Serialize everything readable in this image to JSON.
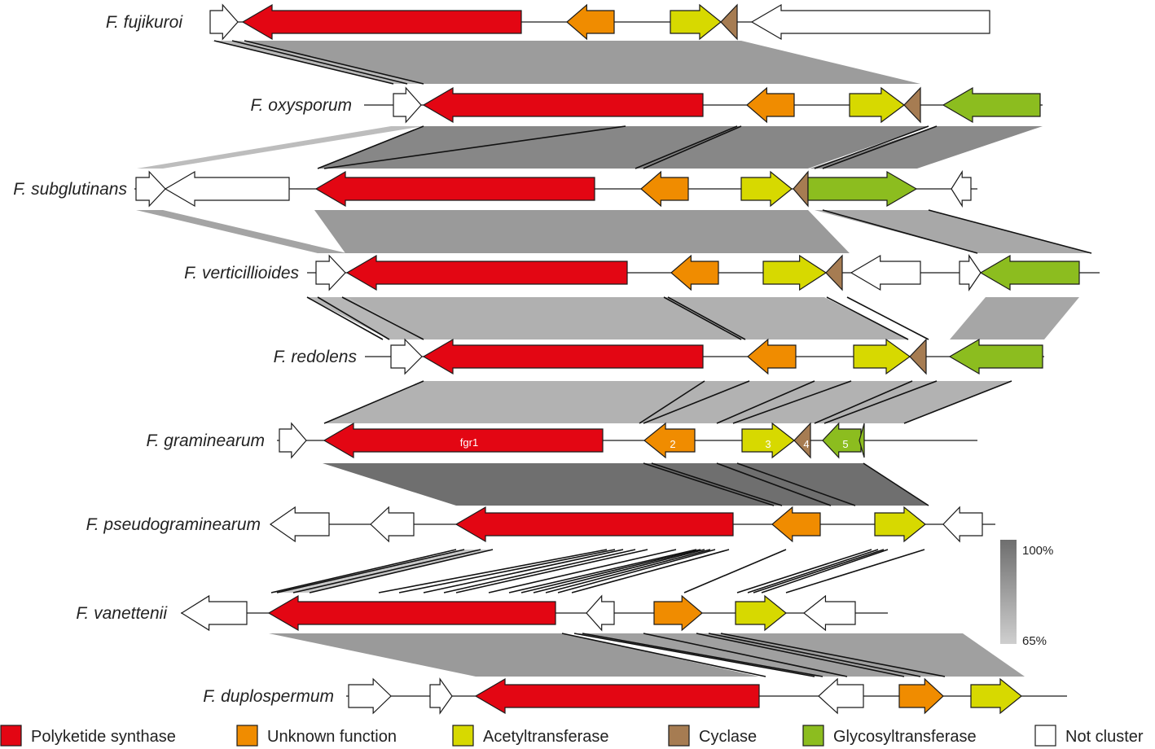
{
  "colors": {
    "polyketide_synthase": "#e30613",
    "unknown_function": "#f08c00",
    "acetyltransferase": "#d7d900",
    "cyclase": "#a67c52",
    "glycosyltransferase": "#8cbd1f",
    "not_cluster": "#ffffff"
  },
  "legend": [
    {
      "key": "polyketide_synthase",
      "label": "Polyketide synthase"
    },
    {
      "key": "unknown_function",
      "label": "Unknown function"
    },
    {
      "key": "acetyltransferase",
      "label": "Acetyltransferase"
    },
    {
      "key": "cyclase",
      "label": "Cyclase"
    },
    {
      "key": "glycosyltransferase",
      "label": "Glycosyltransferase"
    },
    {
      "key": "not_cluster",
      "label": "Not cluster"
    }
  ],
  "scale": {
    "max_label": "100%",
    "min_label": "65%",
    "max_color": "#6e6e6e",
    "min_color": "#cfcfcf"
  },
  "species": [
    {
      "name": "F. fujikuroi"
    },
    {
      "name": "F. oxysporum"
    },
    {
      "name": "F. subglutinans"
    },
    {
      "name": "F. verticillioides"
    },
    {
      "name": "F. redolens"
    },
    {
      "name": "F. graminearum",
      "gene_labels": [
        "fgr1",
        "2",
        "3",
        "4",
        "5"
      ]
    },
    {
      "name": "F. pseudograminearum"
    },
    {
      "name": "F. vanettenii"
    },
    {
      "name": "F. duplospermum"
    }
  ]
}
